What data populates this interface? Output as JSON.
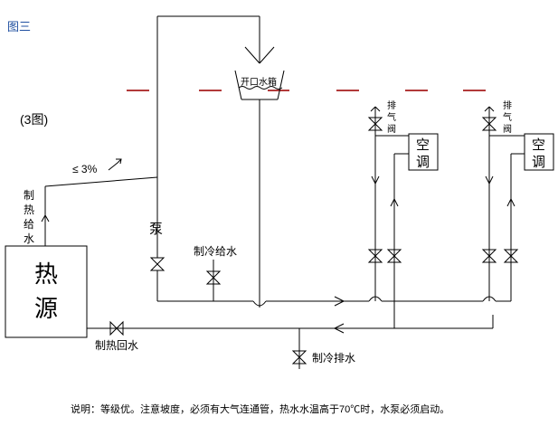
{
  "figure_title": "图三",
  "figure_label": "(3图)",
  "slope_label": "≤ 3%",
  "open_tank_label": "开口水箱",
  "heat_source_label": [
    "热",
    "源"
  ],
  "pump_label": "泵",
  "hot_supply_label": [
    "制",
    "热",
    "给",
    "水"
  ],
  "hot_return_label": "制热回水",
  "cold_supply_label": "制冷给水",
  "cold_drain_label": "制冷排水",
  "vent_valve_label": [
    "排",
    "气",
    "阀"
  ],
  "ac_unit_label": [
    "空",
    "调"
  ],
  "note": "说明：等级优。注意坡度，必须有大气连通管，热水水温高于70℃时，水泵必须启动。",
  "colors": {
    "title": "#1f4fa0",
    "water_level": "#b23a3a",
    "lines": "#000000"
  }
}
